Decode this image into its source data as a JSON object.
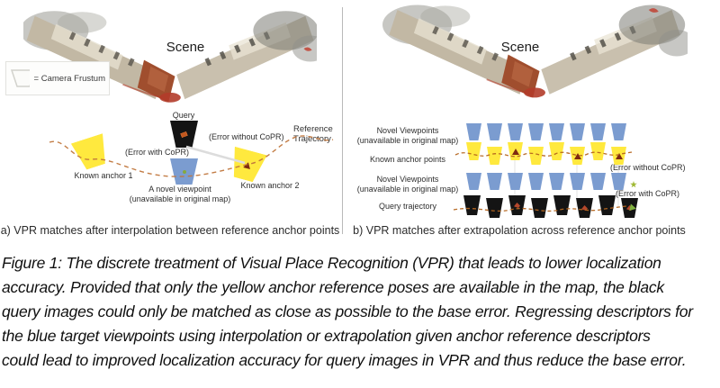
{
  "colors": {
    "anchor_yellow": "#FFE93E",
    "novel_blue": "#7B9CD0",
    "query_black": "#141414",
    "trajectory_orange": "#C0763C",
    "marker_dark_red": "#7E2A10",
    "marker_green": "#86A93F",
    "divider_gray": "#B9B9B9"
  },
  "panel_a": {
    "scene_label": "Scene",
    "legend_text": "= Camera Frustum",
    "query_label": "Query",
    "error_without_copr": "(Error without CoPR)",
    "error_with_copr": "(Error with CoPR)",
    "reference_trajectory_lines": [
      "Reference",
      "Trajectory"
    ],
    "known_anchor_1": "Known anchor 1",
    "known_anchor_2": "Known anchor 2",
    "novel_viewpoint_lines": [
      "A novel viewpoint",
      "(unavailable in original map)"
    ],
    "caption": "a) VPR matches after interpolation between reference anchor points"
  },
  "panel_b": {
    "scene_label": "Scene",
    "frustum_count": 8,
    "rows": [
      {
        "style": "f-blue",
        "label_lines": [
          "Novel Viewpoints",
          "(unavailable in original map)"
        ],
        "marker_indices": [],
        "marker": ""
      },
      {
        "style": "f-yellow",
        "label_lines": [
          "Known anchor points"
        ],
        "marker_indices": [
          2,
          5,
          7
        ],
        "marker": "marker-red-triangle"
      },
      {
        "style": "f-blue",
        "label_lines": [
          "Novel Viewpoints",
          "(unavailable in original map)"
        ],
        "marker_indices": [],
        "marker": ""
      },
      {
        "style": "f-black",
        "label_lines": [
          "Query trajectory"
        ],
        "marker_indices": [
          2,
          5,
          7
        ],
        "marker": "marker-red-blob"
      }
    ],
    "error_without_copr": "(Error without CoPR)",
    "error_with_copr": "(Error with CoPR)",
    "caption": "b) VPR matches after extrapolation across reference anchor points"
  },
  "figure_caption": {
    "lines": [
      "Figure 1: The discrete treatment of Visual Place Recognition (VPR) that leads to lower localization",
      "accuracy. Provided that only the yellow anchor reference poses are available in the map, the black",
      "query images could only be matched as close as possible to the base error. Regressing descriptors for",
      "the blue target viewpoints using interpolation or extrapolation given anchor reference descriptors",
      "could lead to improved localization accuracy for query images in VPR and thus reduce the base error."
    ]
  }
}
